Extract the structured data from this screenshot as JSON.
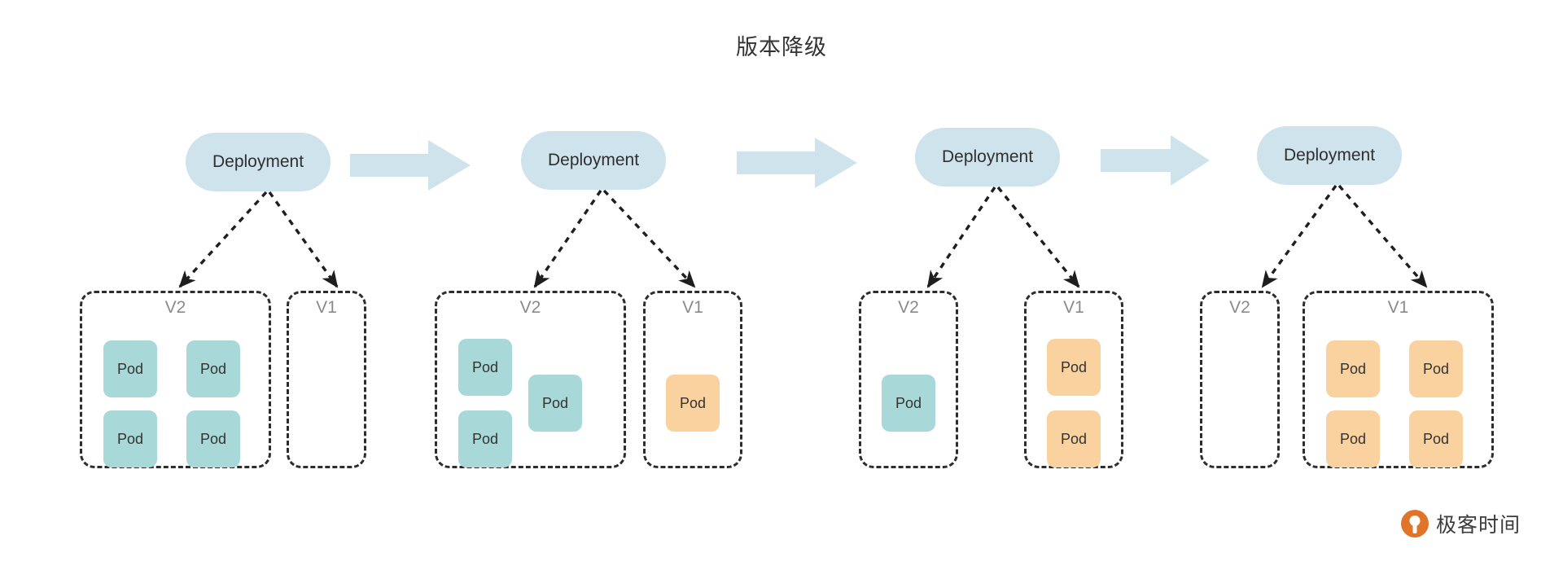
{
  "title": "版本降级",
  "deployment_label": "Deployment",
  "pod_label": "Pod",
  "colors": {
    "deployment_fill": "#cfe3ec",
    "flow_arrow_fill": "#cfe3ec",
    "pod_teal": "#a9d8d8",
    "pod_orange": "#fad2a0",
    "box_border": "#2d2d2d",
    "version_label": "#8a8a8a",
    "title_text": "#333333",
    "logo_orange": "#e0752a",
    "background": "#ffffff"
  },
  "logo": {
    "text": "极客时间",
    "mark": "geektime-circle-icon"
  },
  "stages": [
    {
      "name": "stage-1",
      "deployment": "Deployment",
      "boxes": [
        {
          "version": "V2",
          "pod_color": "teal",
          "pod_count": 4,
          "pods": [
            "Pod",
            "Pod",
            "Pod",
            "Pod"
          ]
        },
        {
          "version": "V1",
          "pod_color": "orange",
          "pod_count": 0,
          "pods": []
        }
      ]
    },
    {
      "name": "stage-2",
      "deployment": "Deployment",
      "boxes": [
        {
          "version": "V2",
          "pod_color": "teal",
          "pod_count": 3,
          "pods": [
            "Pod",
            "Pod",
            "Pod"
          ]
        },
        {
          "version": "V1",
          "pod_color": "orange",
          "pod_count": 1,
          "pods": [
            "Pod"
          ]
        }
      ]
    },
    {
      "name": "stage-3",
      "deployment": "Deployment",
      "boxes": [
        {
          "version": "V2",
          "pod_color": "teal",
          "pod_count": 1,
          "pods": [
            "Pod"
          ]
        },
        {
          "version": "V1",
          "pod_color": "orange",
          "pod_count": 2,
          "pods": [
            "Pod",
            "Pod"
          ]
        }
      ]
    },
    {
      "name": "stage-4",
      "deployment": "Deployment",
      "boxes": [
        {
          "version": "V2",
          "pod_color": "teal",
          "pod_count": 0,
          "pods": []
        },
        {
          "version": "V1",
          "pod_color": "orange",
          "pod_count": 4,
          "pods": [
            "Pod",
            "Pod",
            "Pod",
            "Pod"
          ]
        }
      ]
    }
  ],
  "flow_arrows": [
    {
      "name": "flow-arrow-1-to-2"
    },
    {
      "name": "flow-arrow-2-to-3"
    },
    {
      "name": "flow-arrow-3-to-4"
    }
  ]
}
